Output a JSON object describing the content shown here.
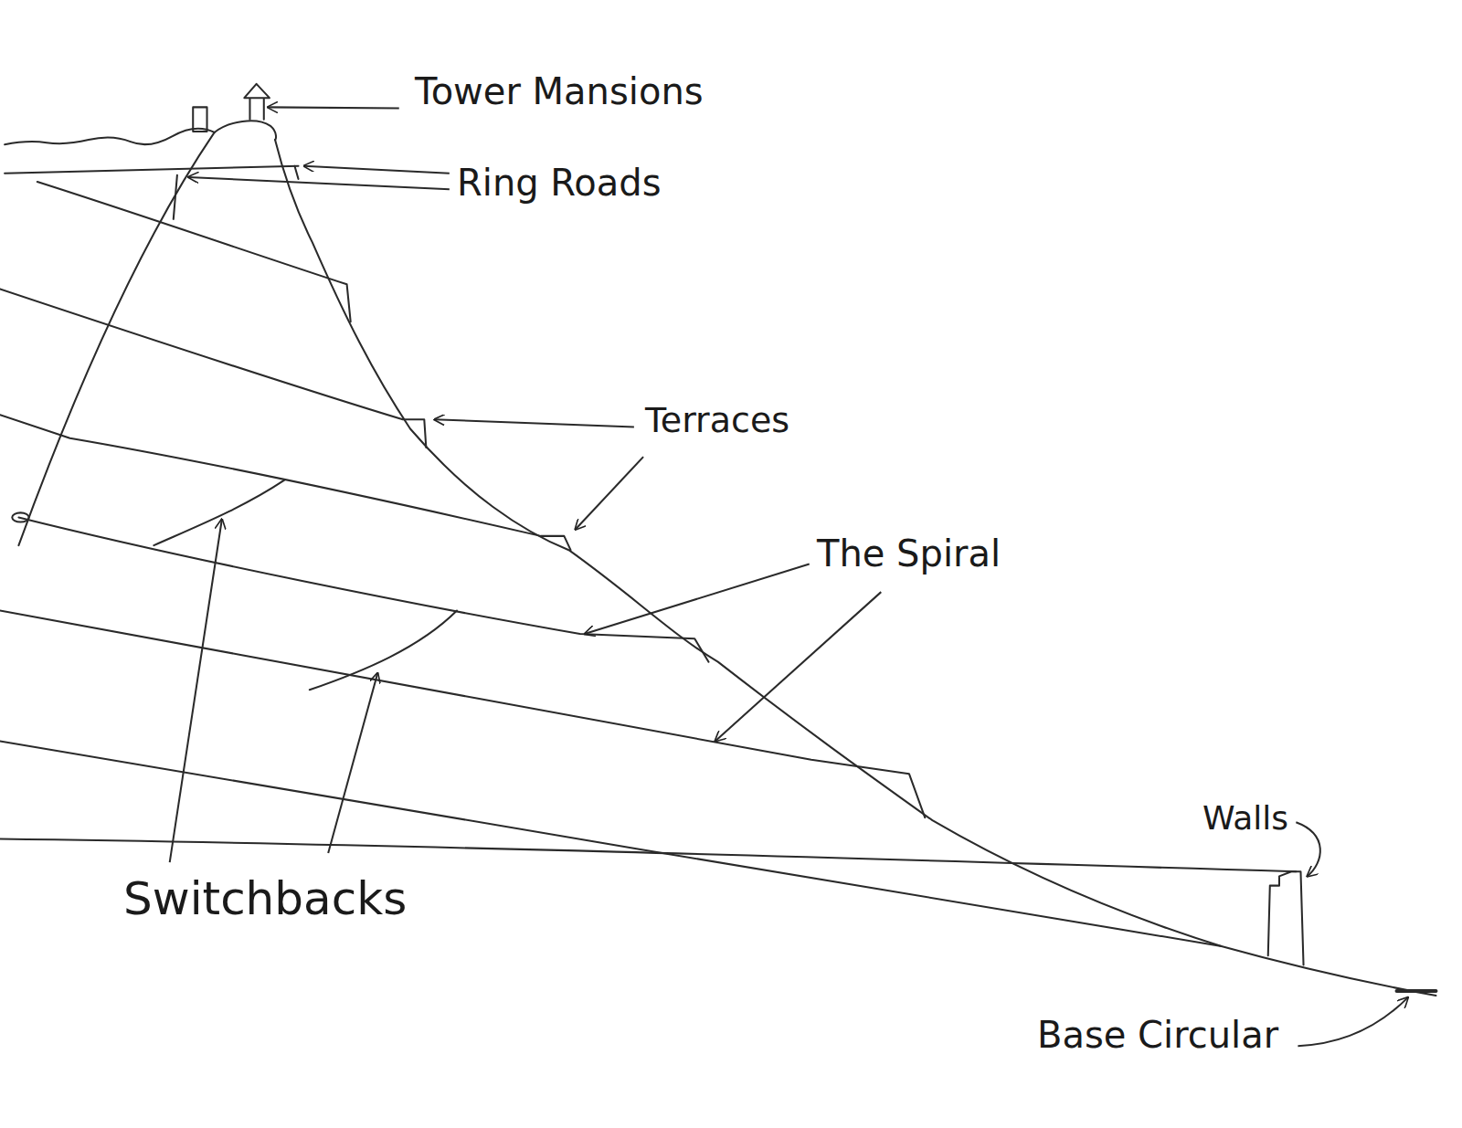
{
  "diagram": {
    "labels": [
      "Tower Mansions",
      "Ring Roads",
      "Terraces",
      "The Spiral",
      "Switchbacks",
      "Walls",
      "Base Circular"
    ]
  }
}
